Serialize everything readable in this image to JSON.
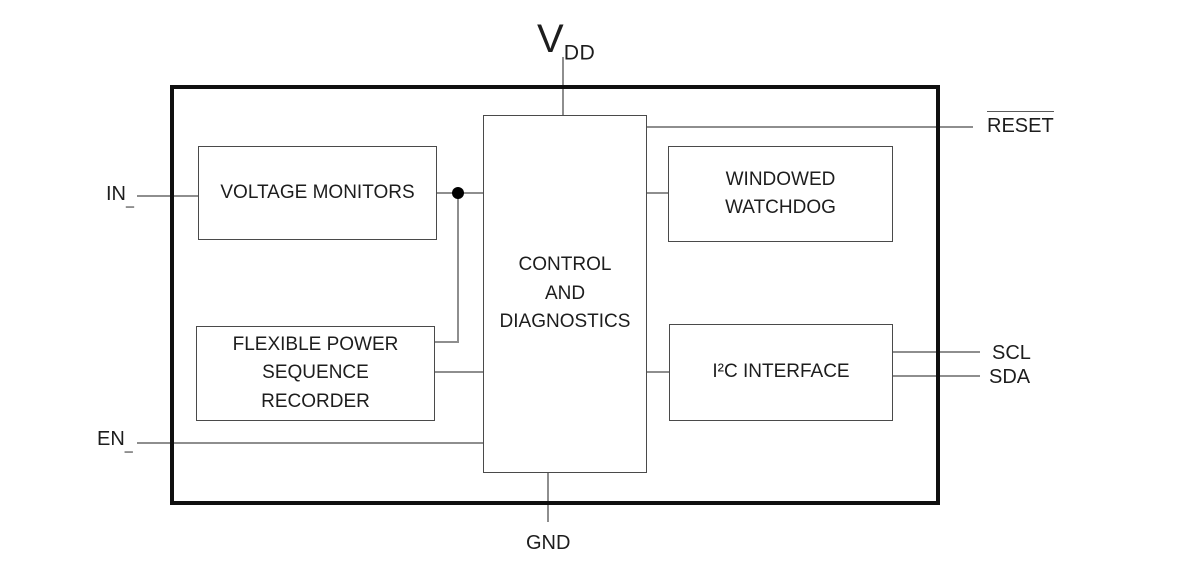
{
  "figure": {
    "type": "ic-functional-block-diagram",
    "colors": {
      "background": "#ffffff",
      "frame_border": "#0f0f0f",
      "block_border": "#4a4a4a",
      "wire": "#8e8e8e",
      "text": "#1d1d1d",
      "junction_dot": "#000000"
    },
    "blocks": [
      {
        "id": "voltage-monitors",
        "label": "VOLTAGE MONITORS"
      },
      {
        "id": "flexible-power-sequence-recorder",
        "label": "FLEXIBLE POWER\nSEQUENCE\nRECORDER"
      },
      {
        "id": "control-and-diagnostics",
        "label": "CONTROL\nAND\nDIAGNOSTICS"
      },
      {
        "id": "windowed-watchdog",
        "label": "WINDOWED\nWATCHDOG"
      },
      {
        "id": "i2c-interface",
        "label": "I²C INTERFACE"
      }
    ],
    "pins": {
      "vdd": {
        "base": "V",
        "sub": "DD"
      },
      "gnd": {
        "label": "GND"
      },
      "in": {
        "base": "IN",
        "sub": "_"
      },
      "en": {
        "base": "EN",
        "sub": "_"
      },
      "reset": {
        "label": "RESET",
        "overline": true
      },
      "scl": {
        "label": "SCL"
      },
      "sda": {
        "label": "SDA"
      }
    }
  }
}
